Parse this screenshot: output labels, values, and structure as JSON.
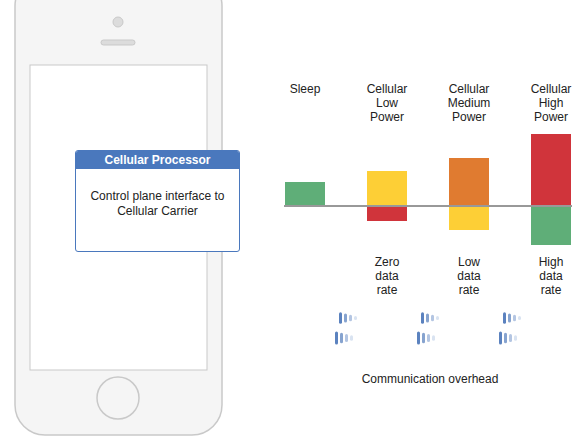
{
  "diagram": {
    "nodes": [
      {
        "text": [
          "Cellular Processor",
          "Control plane interface to Cellular Carrier"
        ]
      }
    ],
    "labels": [
      "Sleep",
      "Cellular Low Power",
      "Cellular Medium Power",
      "Cellular High Power",
      "Zero data rate",
      "Low data rate",
      "High data rate",
      "Communication overhead"
    ]
  }
}
